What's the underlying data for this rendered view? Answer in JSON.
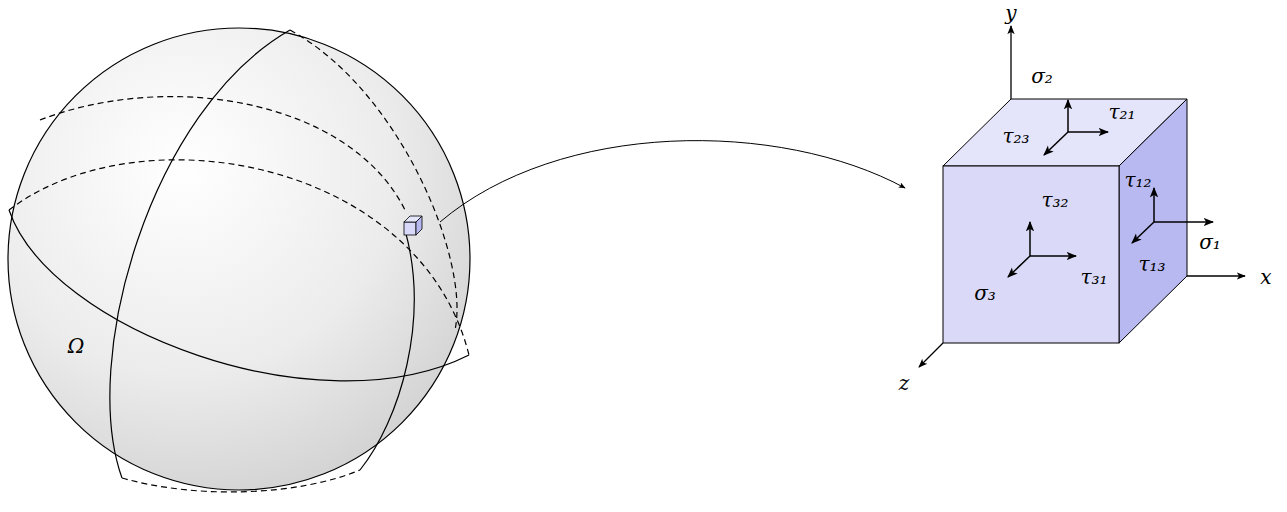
{
  "diagram": {
    "labels": [
      "Ω",
      "y",
      "σ₂",
      "τ₂₁",
      "τ₂₃",
      "τ₁₂",
      "τ₃₂",
      "σ₁",
      "τ₁₃",
      "x",
      "σ₃",
      "τ₃₁",
      "z"
    ]
  }
}
